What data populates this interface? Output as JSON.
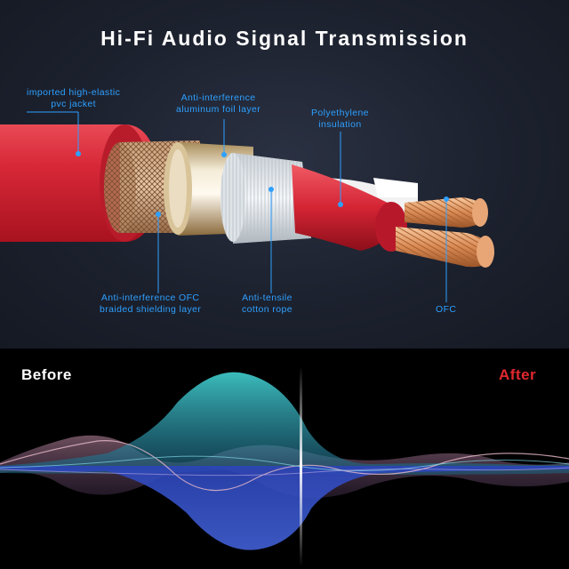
{
  "title": "Hi-Fi Audio Signal Transmission",
  "callouts": {
    "pvc_jacket": [
      "imported high-elastic",
      "pvc jacket"
    ],
    "foil": [
      "Anti-interference",
      "aluminum foil layer"
    ],
    "polyethylene": [
      "Polyethylene",
      "insulation"
    ],
    "braided": [
      "Anti-interference OFC",
      "braided shielding layer"
    ],
    "cotton": [
      "Anti-tensile",
      "cotton rope"
    ],
    "ofc": [
      "OFC"
    ]
  },
  "labels": {
    "before": "Before",
    "after": "After"
  },
  "colors": {
    "accent_blue": "#2ea0ff",
    "jacket_red": "#d8283a",
    "after_red": "#e0282f"
  }
}
